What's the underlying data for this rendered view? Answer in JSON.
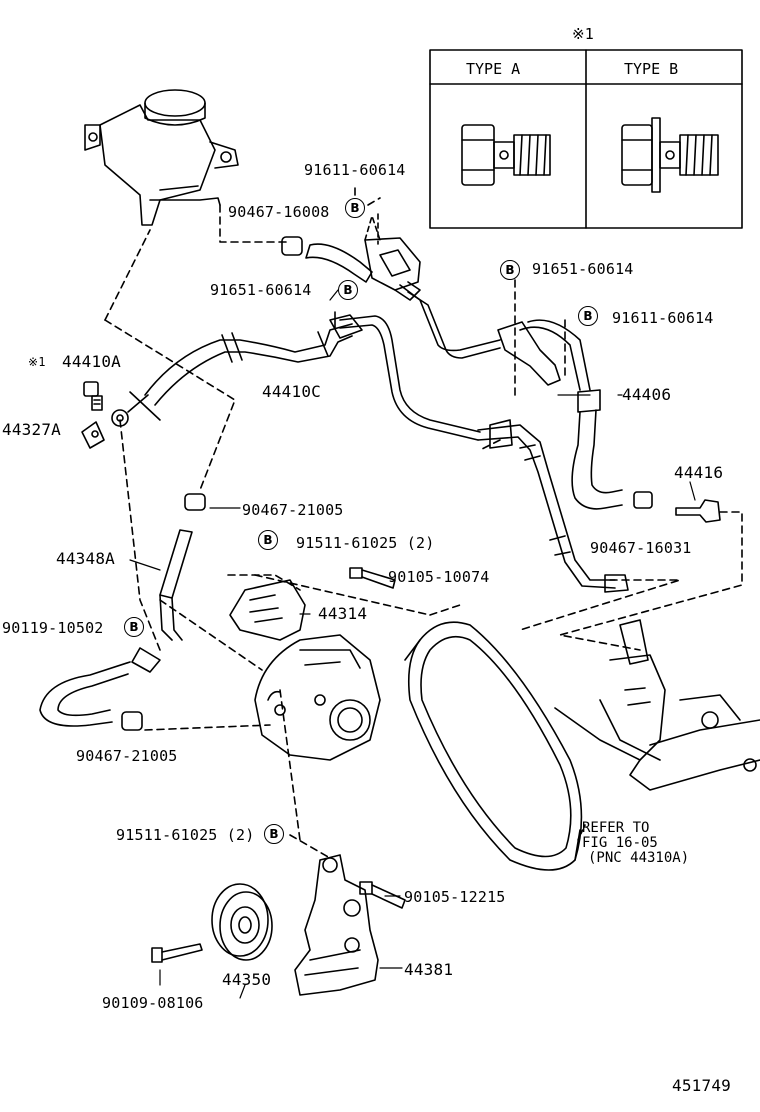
{
  "note_mark": "※1",
  "types": {
    "a": "TYPE A",
    "b": "TYPE B"
  },
  "marker": "B",
  "part_labels": {
    "p91611_top": "91611-60614",
    "p90467_16008": "90467-16008",
    "p91651_left": "91651-60614",
    "p91651_right": "91651-60614",
    "p91611_right": "91611-60614",
    "p44410A": "44410A",
    "p44327A": "44327A",
    "p44410C": "44410C",
    "p44406": "44406",
    "p44416": "44416",
    "p90467_21005_a": "90467-21005",
    "p90467_16031": "90467-16031",
    "p44348A": "44348A",
    "p91511_a": "91511-61025 (2)",
    "p90105_10074": "90105-10074",
    "p44314": "44314",
    "p90119": "90119-10502",
    "p90467_21005_b": "90467-21005",
    "p91511_b": "91511-61025 (2)",
    "p90105_12215": "90105-12215",
    "p44350": "44350",
    "p44381": "44381",
    "p90109": "90109-08106"
  },
  "refer": {
    "line1": "REFER TO",
    "line2": "FIG 16-05",
    "line3": "(PNC 44310A)"
  },
  "diagram_id": "451749"
}
